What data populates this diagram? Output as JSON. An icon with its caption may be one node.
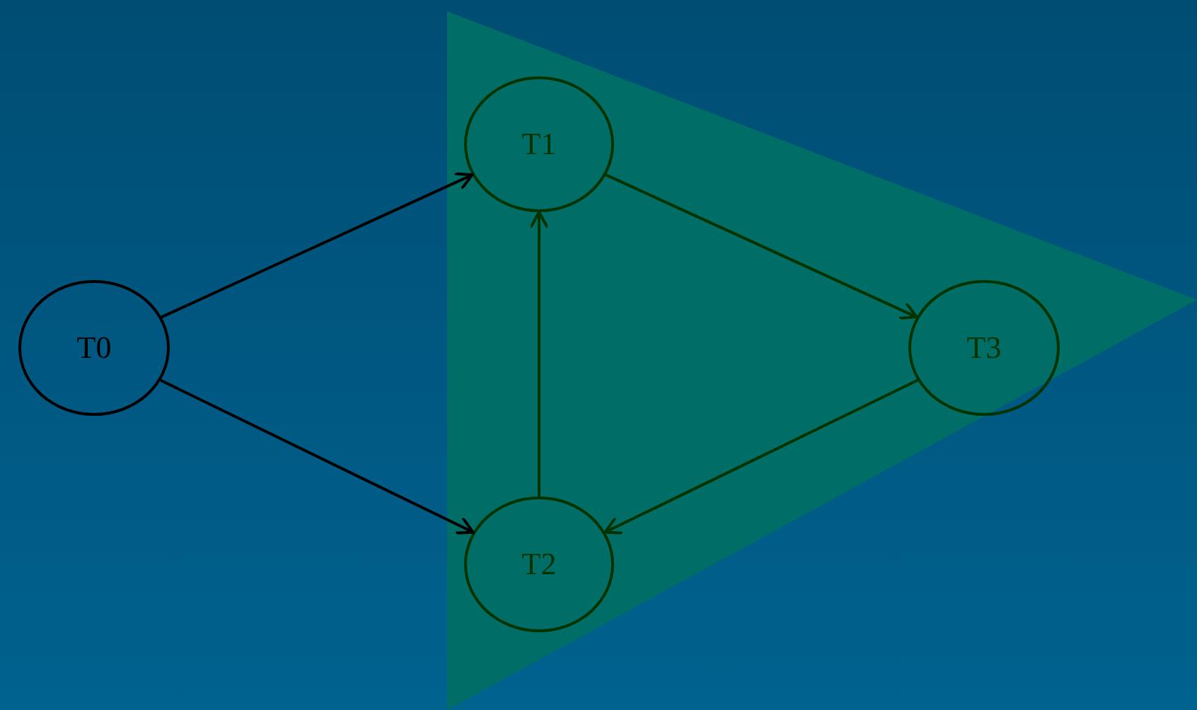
{
  "diagram": {
    "nodes": [
      {
        "text": [
          "T0"
        ]
      },
      {
        "text": [],
        "shape": "triangle"
      },
      {
        "text": [
          "T1"
        ],
        "in": 1
      },
      {
        "text": [
          "T2"
        ],
        "in": 1
      },
      {
        "text": [
          "T3"
        ],
        "in": 1
      }
    ],
    "edges": [
      {
        "from": 0,
        "to": 2,
        "arrow": "to",
        "color": "#000000"
      },
      {
        "from": 0,
        "to": 3,
        "arrow": "to",
        "color": "#000000"
      },
      {
        "from": 3,
        "to": 2,
        "arrow": "to"
      },
      {
        "from": 2,
        "to": 4,
        "arrow": "to"
      },
      {
        "from": 4,
        "to": 3,
        "arrow": "to"
      }
    ]
  }
}
